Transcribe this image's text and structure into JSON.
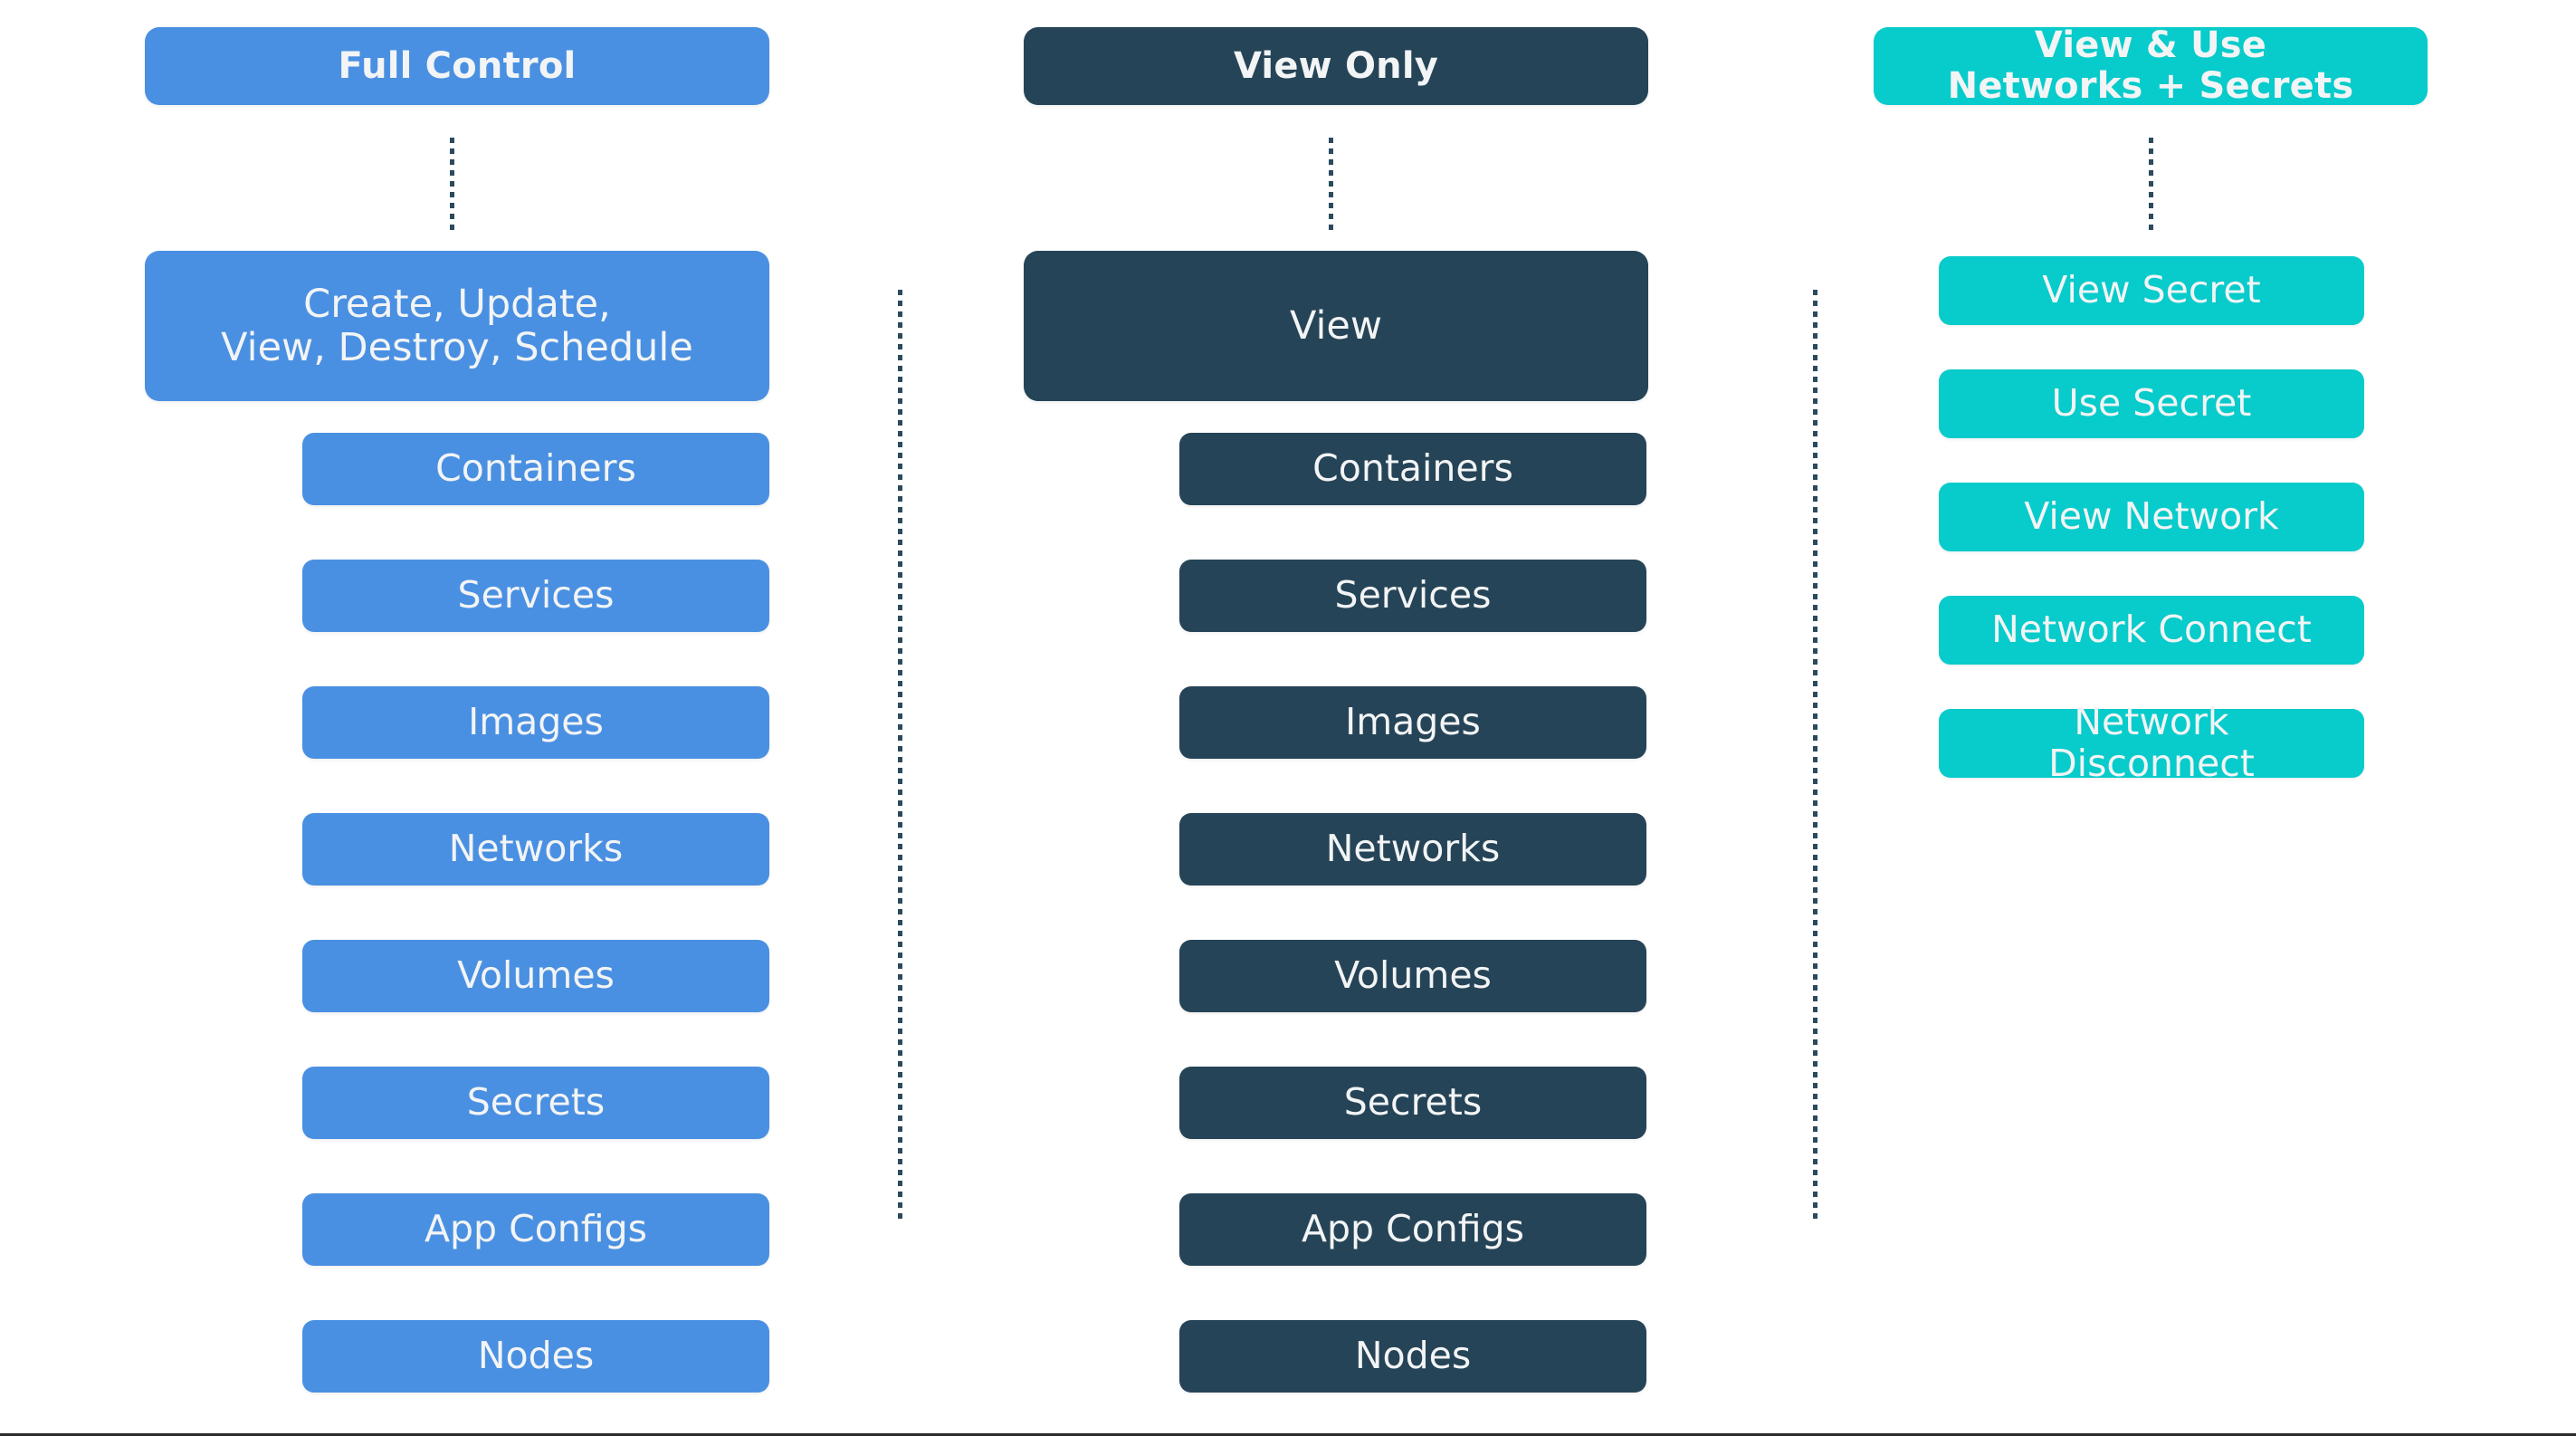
{
  "diagram": {
    "title": "Docker permission levels",
    "colors": {
      "full_control": "#4a90e2",
      "view_only": "#264457",
      "view_and_use": "#08cbcb",
      "text": "#f2f4f5",
      "connector": "#2b4a5e",
      "background": "#ffffff",
      "bottom_rule": "#2b2b2b"
    },
    "columns": [
      {
        "id": "full-control",
        "header": "Full Control",
        "summary": "Create, Update,\nView, Destroy, Schedule",
        "items": [
          "Containers",
          "Services",
          "Images",
          "Networks",
          "Volumes",
          "Secrets",
          "App Configs",
          "Nodes"
        ]
      },
      {
        "id": "view-only",
        "header": "View Only",
        "summary": "View",
        "items": [
          "Containers",
          "Services",
          "Images",
          "Networks",
          "Volumes",
          "Secrets",
          "App Configs",
          "Nodes"
        ]
      },
      {
        "id": "view-and-use",
        "header": "View & Use\nNetworks + Secrets",
        "summary": null,
        "items": [
          "View Secret",
          "Use Secret",
          "View Network",
          "Network Connect",
          "Network\nDisconnect"
        ]
      }
    ]
  }
}
